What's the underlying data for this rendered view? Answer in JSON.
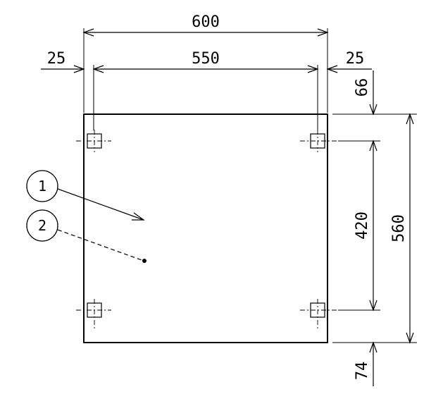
{
  "dimensions": {
    "overall_width": "600",
    "inner_width": "550",
    "left_offset": "25",
    "right_offset": "25",
    "top_offset": "66",
    "hole_spacing_vertical": "420",
    "overall_height": "560",
    "bottom_offset": "74"
  },
  "balloons": [
    {
      "label": "1"
    },
    {
      "label": "2"
    }
  ]
}
